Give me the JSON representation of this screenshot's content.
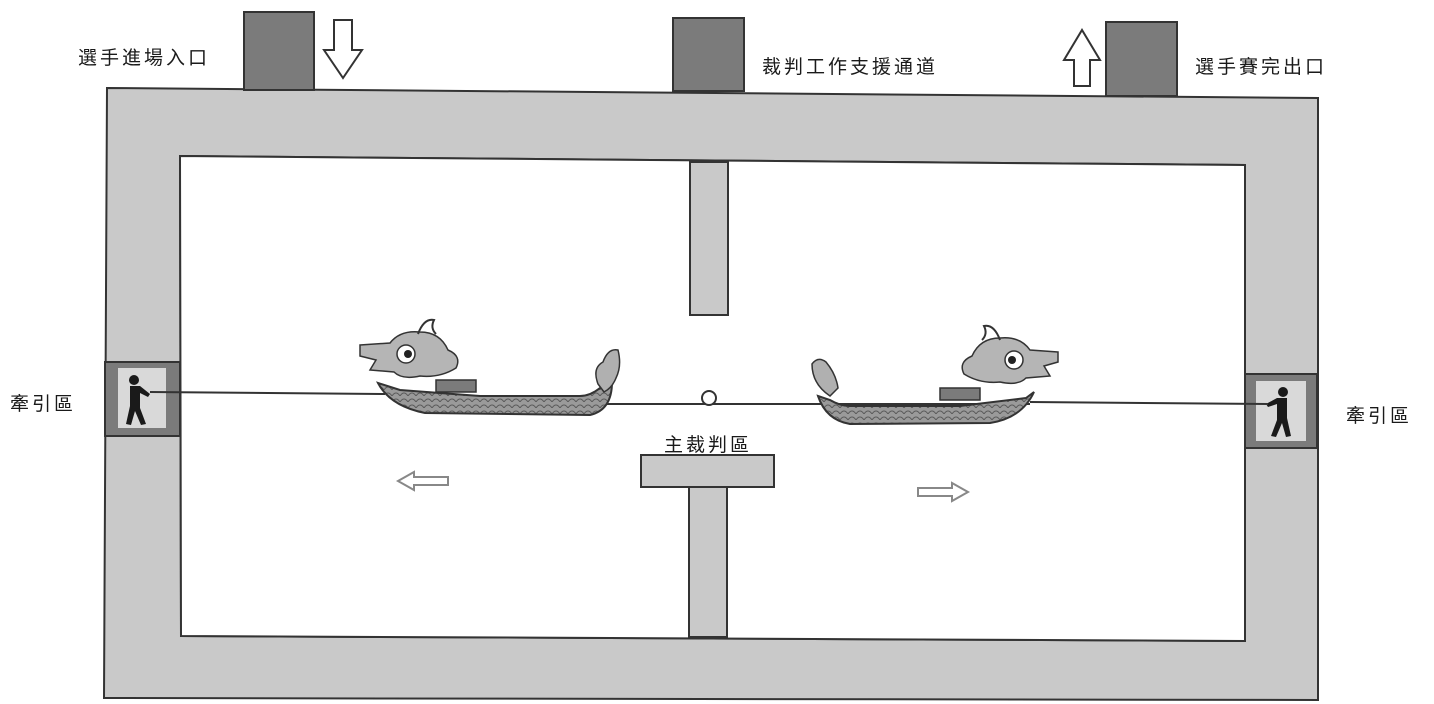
{
  "labels": {
    "entrance": "選手進場入口",
    "judge_passage": "裁判工作支援通道",
    "exit": "選手賽完出口",
    "tow_area_left": "牽引區",
    "tow_area_right": "牽引區",
    "chief_judge_area": "主裁判區"
  },
  "colors": {
    "wall": "#c9c9c9",
    "block": "#7b7b7b",
    "outline": "#333333",
    "boat_body": "#8a8a8a",
    "arrow": "#888888"
  },
  "icons": {
    "entrance_arrow": "arrow-down-icon",
    "exit_arrow": "arrow-up-icon",
    "left_arrow": "arrow-left-icon",
    "right_arrow": "arrow-right-icon"
  }
}
